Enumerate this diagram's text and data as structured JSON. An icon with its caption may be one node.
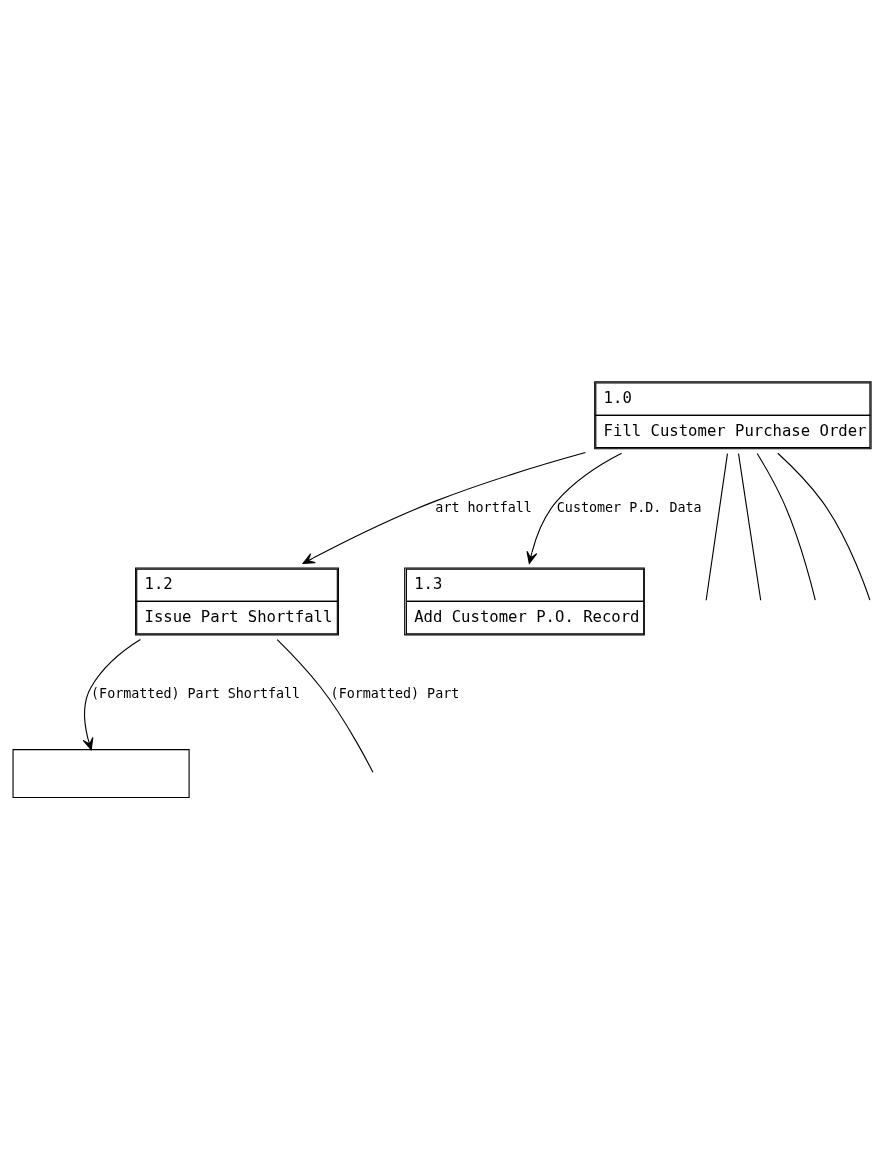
{
  "diagram": {
    "nodes": [
      {
        "text": [
          "1.0",
          "Fill Customer Purchase Order"
        ]
      },
      {
        "text": [
          "1.2",
          "Issue Part Shortfall"
        ]
      },
      {
        "text": [
          "1.3",
          "Add Customer P.O. Record"
        ]
      },
      {
        "text": [],
        "shape": "box"
      }
    ],
    "edges": [
      {
        "from": 0,
        "to": null,
        "arrow": "none"
      },
      {
        "from": 0,
        "to": null,
        "arrow": "none"
      },
      {
        "from": 0,
        "to": 1,
        "arrow": "to",
        "label": "art hortfall"
      },
      {
        "from": 0,
        "to": 2,
        "arrow": "to",
        "label": "Customer P.D. Data"
      },
      {
        "from": 0,
        "to": null,
        "arrow": "none"
      },
      {
        "from": 0,
        "to": null,
        "arrow": "none"
      },
      {
        "from": 1,
        "to": null,
        "arrow": "none",
        "label": "(Formatted) Part"
      },
      {
        "from": 1,
        "to": 3,
        "arrow": "to",
        "label": "(Formatted) Part Shortfall"
      }
    ]
  }
}
